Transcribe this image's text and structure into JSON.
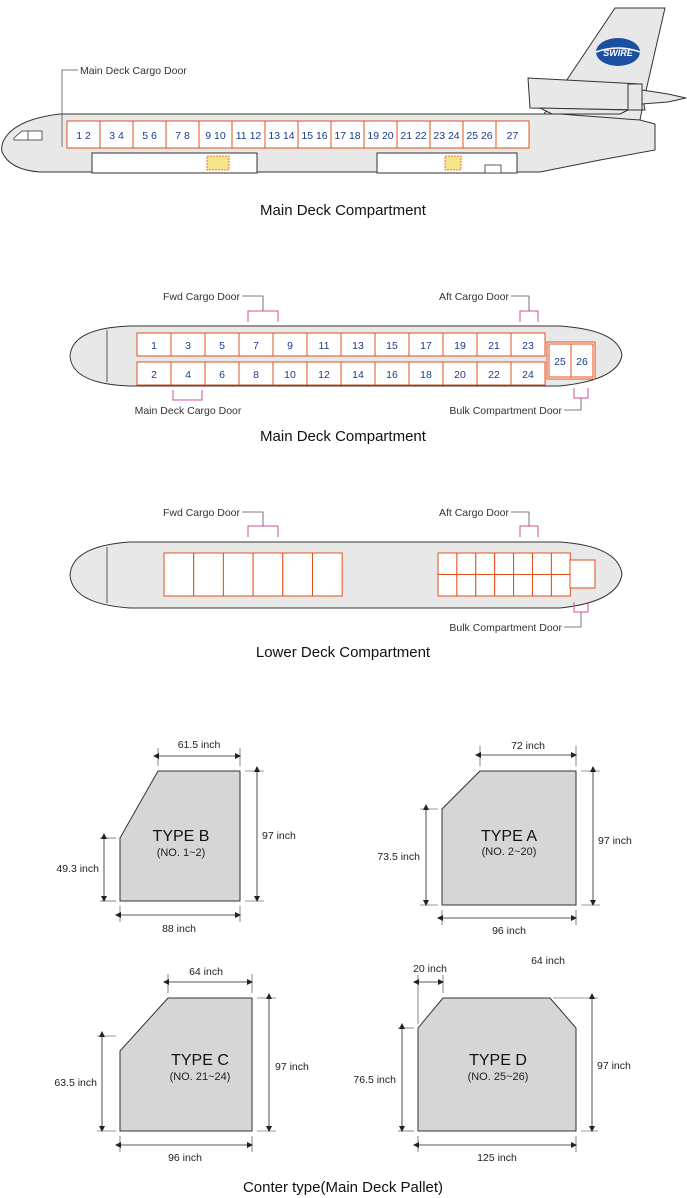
{
  "colors": {
    "position_border": "#e0501e",
    "door_mark": "#d0509c",
    "fuselage_fill": "#e8e8e8",
    "number": "#1a3c8c",
    "pallet_fill": "#d6d6d6",
    "door_fill": "#f4e48a"
  },
  "icons": {
    "logo": "swire-logo"
  },
  "side_view": {
    "door_label": "Main Deck Cargo Door",
    "caption": "Main Deck Compartment",
    "positions": [
      "1  2",
      "3  4",
      "5  6",
      "7  8",
      "9  10",
      "11  12",
      "13  14",
      "15  16",
      "17  18",
      "19  20",
      "21  22",
      "23  24",
      "25  26",
      "27"
    ],
    "logo_text": "SWIRE"
  },
  "main_top": {
    "fwd_door": "Fwd Cargo Door",
    "aft_door": "Aft Cargo Door",
    "main_door": "Main Deck Cargo Door",
    "bulk_door": "Bulk Compartment Door",
    "caption": "Main Deck Compartment",
    "top_row": [
      "1",
      "3",
      "5",
      "7",
      "9",
      "11",
      "13",
      "15",
      "17",
      "19",
      "21",
      "23"
    ],
    "bottom_row": [
      "2",
      "4",
      "6",
      "8",
      "10",
      "12",
      "14",
      "16",
      "18",
      "20",
      "22",
      "24"
    ],
    "rear": [
      "25",
      "26"
    ]
  },
  "lower_top": {
    "fwd_door": "Fwd Cargo Door",
    "aft_door": "Aft Cargo Door",
    "bulk_door": "Bulk Compartment Door",
    "caption": "Lower Deck Compartment"
  },
  "pallets": {
    "caption": "Conter type(Main Deck Pallet)",
    "b": {
      "type": "TYPE B",
      "no": "(NO. 1~2)",
      "top": "61.5 inch",
      "right": "97 inch",
      "left": "49.3 inch",
      "bottom": "88 inch"
    },
    "a": {
      "type": "TYPE A",
      "no": "(NO. 2~20)",
      "top": "72 inch",
      "right": "97 inch",
      "left": "73.5 inch",
      "bottom": "96 inch"
    },
    "c": {
      "type": "TYPE C",
      "no": "(NO. 21~24)",
      "top": "64 inch",
      "right": "97 inch",
      "left": "63.5 inch",
      "bottom": "96 inch"
    },
    "d": {
      "type": "TYPE D",
      "no": "(NO. 25~26)",
      "top_left": "20 inch",
      "top": "64 inch",
      "right": "97 inch",
      "left": "76.5 inch",
      "bottom": "125 inch"
    }
  }
}
